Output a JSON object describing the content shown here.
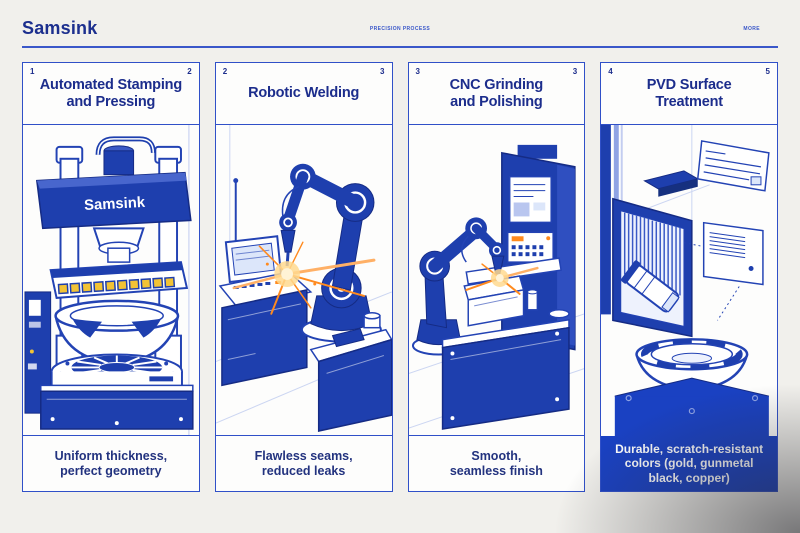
{
  "header": {
    "logo": "Samsink",
    "center_note": "PRECISION PROCESS",
    "right_note": "MORE"
  },
  "panels": [
    {
      "number_left": "1",
      "number_right": "2",
      "title": "Automated Stamping\nand Pressing",
      "caption": "Uniform thickness,\nperfect geometry",
      "machine_label": "Samsink"
    },
    {
      "number_left": "2",
      "number_right": "3",
      "title": "Robotic Welding",
      "caption": "Flawless seams,\nreduced leaks"
    },
    {
      "number_left": "3",
      "number_right": "3",
      "title": "CNC Grinding\nand Polishing",
      "caption": "Smooth,\nseamless finish"
    },
    {
      "number_left": "4",
      "number_right": "5",
      "title": "PVD Surface\nTreatment",
      "caption": "Durable, scratch-resistant\ncolors (gold, gunmetal\nblack, copper)"
    }
  ],
  "colors": {
    "brand_navy": "#1c2f8e",
    "illustration_blue": "#1e3fae",
    "outline_blue": "#2343b4",
    "panel_border": "#3050c8",
    "caption_navy": "#23337f",
    "pvd_caption_bg": "#1a41c2",
    "spark_orange": "#ff8a1e",
    "die_yellow": "#f2c335",
    "page_bg": "#f1f0ec"
  }
}
